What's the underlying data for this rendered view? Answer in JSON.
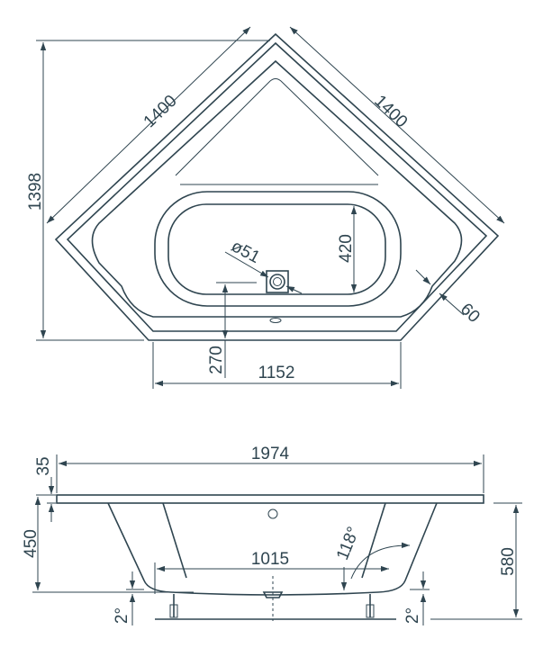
{
  "color": "#2f4550",
  "top_view": {
    "dim_left_side": "1400",
    "dim_right_side": "1400",
    "dim_height": "1398",
    "dim_basin_width": "420",
    "dim_drain_diameter": "ø51",
    "dim_drain_offset": "270",
    "dim_front_width": "1152",
    "dim_rim": "60"
  },
  "side_view": {
    "dim_total_length": "1974",
    "dim_rim_thickness": "35",
    "dim_depth": "450",
    "dim_total_height": "580",
    "dim_bottom_length": "1015",
    "dim_angle": "118°",
    "dim_slope_left": "2°",
    "dim_slope_right": "2°"
  }
}
